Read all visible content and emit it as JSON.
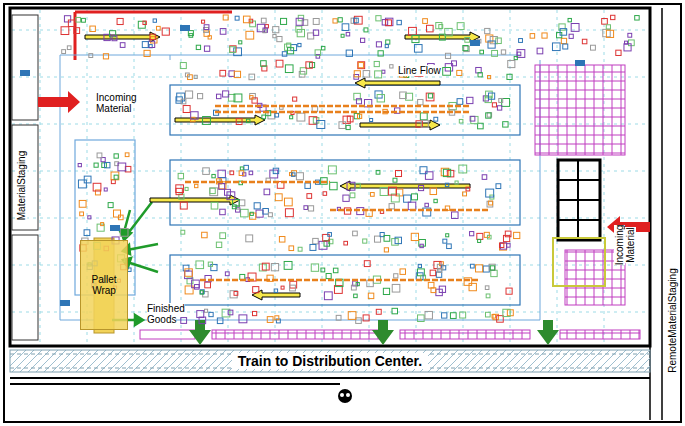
{
  "diagram": {
    "nodes": [
      {
        "text": [
          "Pallet Wrap"
        ]
      },
      {
        "text": [
          "Train to Distribution Center."
        ]
      }
    ],
    "labels": [
      "Incoming Material",
      "MaterialStaging",
      "Line Flow",
      "Finished Goods",
      "Incoming Material",
      "RemoteMaterialStaging"
    ]
  }
}
